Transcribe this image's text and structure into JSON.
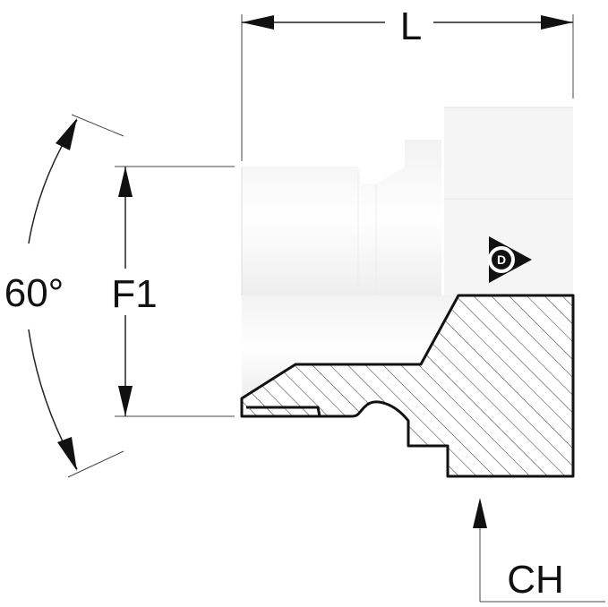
{
  "dimensions": {
    "length_label": "L",
    "thread_label": "F1",
    "angle_label": "60°",
    "hex_label": "CH"
  },
  "colors": {
    "line": "#111111",
    "hatch": "#333333",
    "body_light": "#ffffff",
    "body_shade": "#e6e6e6"
  }
}
